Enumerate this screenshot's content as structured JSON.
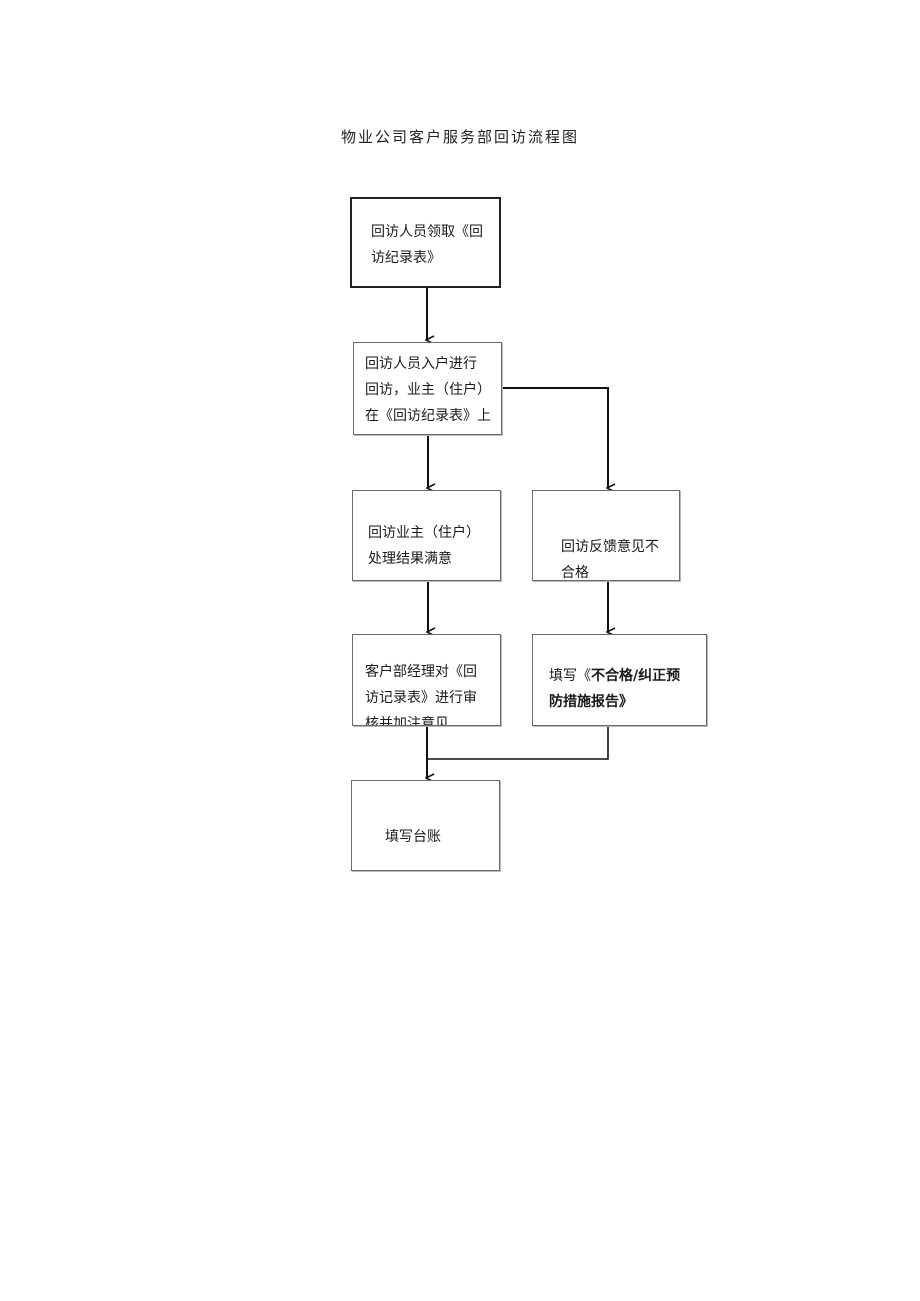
{
  "title": "物业公司客户服务部回访流程图",
  "nodes": {
    "step1": {
      "lines": [
        "回访人员领取《回",
        "访纪录表》"
      ]
    },
    "step2": {
      "lines": [
        "回访人员入户进行",
        "回访，业主（住户）",
        "在《回访纪录表》上"
      ]
    },
    "step3": {
      "lines": [
        "回访业主（住户）",
        "处理结果满意"
      ]
    },
    "step4": {
      "lines": [
        "回访反馈意见不",
        "合格"
      ]
    },
    "step5": {
      "lines": [
        "客户部经理对《回",
        "访记录表》进行审",
        "核并加注意见"
      ]
    },
    "step6": {
      "lines": [
        "填写《不合格/纠正预",
        "防措施报告》"
      ]
    },
    "step7": {
      "lines": [
        "填写台账"
      ]
    }
  }
}
